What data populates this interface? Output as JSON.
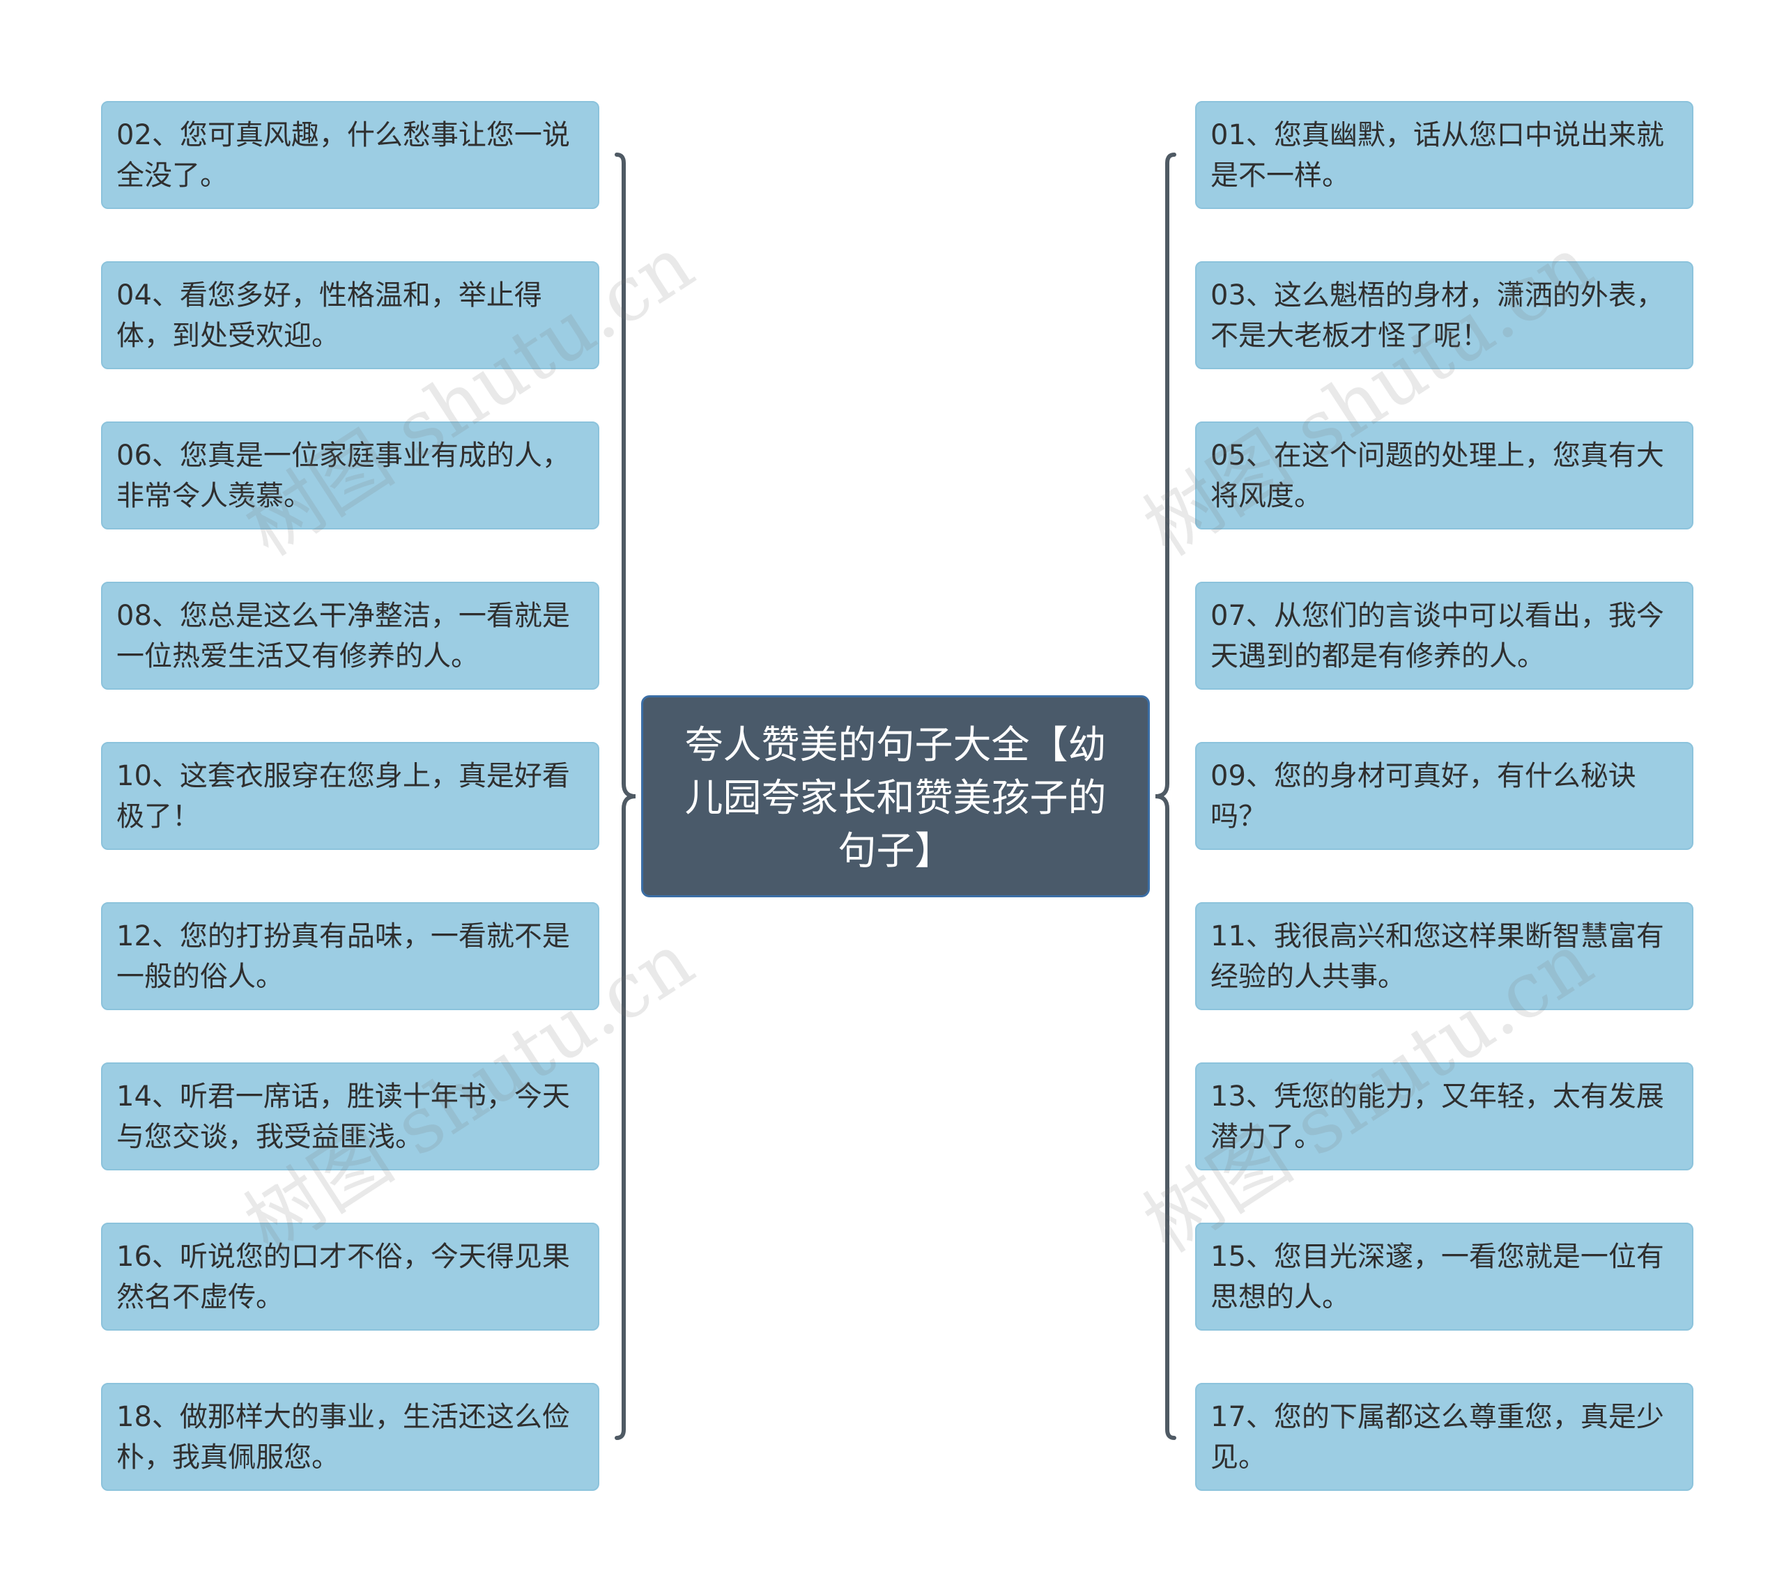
{
  "center": {
    "title": "夸人赞美的句子大全【幼儿园夸家长和赞美孩子的句子】"
  },
  "left_nodes": [
    {
      "text": "02、您可真风趣，什么愁事让您一说全没了。"
    },
    {
      "text": "04、看您多好，性格温和，举止得体，到处受欢迎。"
    },
    {
      "text": "06、您真是一位家庭事业有成的人，非常令人羡慕。"
    },
    {
      "text": "08、您总是这么干净整洁，一看就是一位热爱生活又有修养的人。"
    },
    {
      "text": "10、这套衣服穿在您身上，真是好看极了！"
    },
    {
      "text": "12、您的打扮真有品味，一看就不是一般的俗人。"
    },
    {
      "text": "14、听君一席话，胜读十年书，今天与您交谈，我受益匪浅。"
    },
    {
      "text": "16、听说您的口才不俗，今天得见果然名不虚传。"
    },
    {
      "text": "18、做那样大的事业，生活还这么俭朴，我真佩服您。"
    }
  ],
  "right_nodes": [
    {
      "text": "01、您真幽默，话从您口中说出来就是不一样。"
    },
    {
      "text": "03、这么魁梧的身材，潇洒的外表，不是大老板才怪了呢！"
    },
    {
      "text": "05、在这个问题的处理上，您真有大将风度。"
    },
    {
      "text": "07、从您们的言谈中可以看出，我今天遇到的都是有修养的人。"
    },
    {
      "text": "09、您的身材可真好，有什么秘诀吗？"
    },
    {
      "text": "11、我很高兴和您这样果断智慧富有经验的人共事。"
    },
    {
      "text": "13、凭您的能力，又年轻，太有发展潜力了。"
    },
    {
      "text": "15、您目光深邃，一看您就是一位有思想的人。"
    },
    {
      "text": "17、您的下属都这么尊重您，真是少见。"
    }
  ],
  "watermark": {
    "text": "树图 shutu.cn"
  },
  "colors": {
    "node_fill": "#9ccde3",
    "center_fill": "#4a5a6a",
    "center_border": "#3b6ea5",
    "connector": "#4f5a64"
  }
}
